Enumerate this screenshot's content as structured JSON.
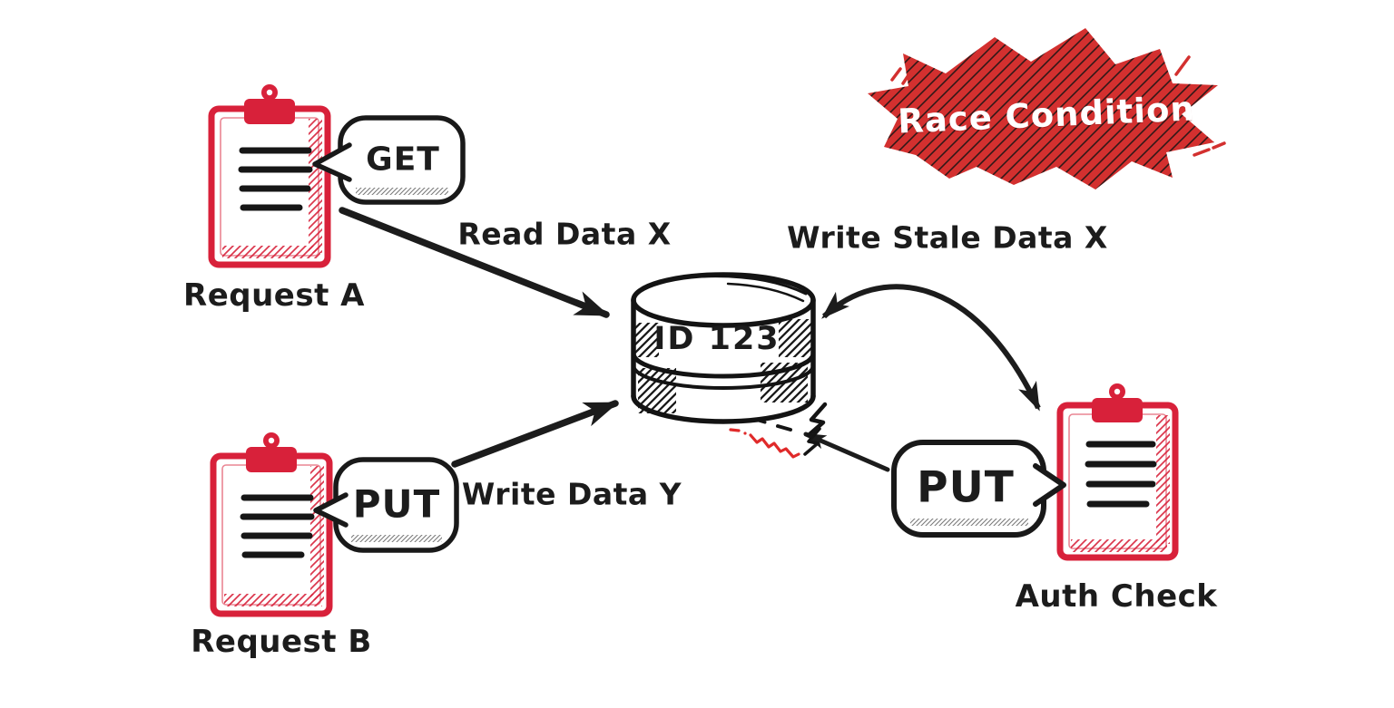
{
  "diagram": {
    "badge": {
      "label": "Race Condition"
    },
    "request_a": {
      "label": "Request A",
      "method": "GET"
    },
    "request_b": {
      "label": "Request B",
      "method": "PUT"
    },
    "auth_check": {
      "label": "Auth Check",
      "method": "PUT"
    },
    "database": {
      "id_label": "ID 123"
    },
    "edges": {
      "read": "Read Data X",
      "write": "Write Data Y",
      "stale_write": "Write Stale Data X"
    },
    "colors": {
      "burst_red": "#d3302f",
      "clipboard_red": "#d8213a",
      "squiggle_red": "#e02a2a",
      "ink": "#1c1c1c",
      "canvas": "#ffffff"
    }
  }
}
